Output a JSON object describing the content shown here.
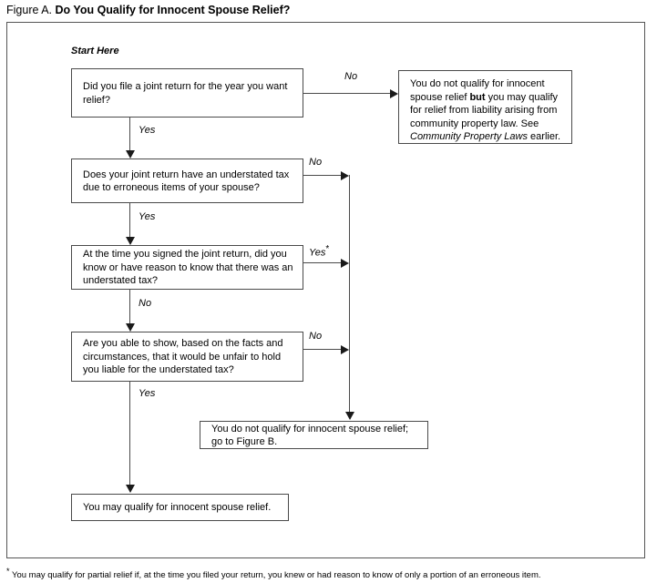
{
  "figure": {
    "label": "Figure A.",
    "title": "Do You Qualify for Innocent Spouse Relief?",
    "start_label": "Start Here"
  },
  "nodes": {
    "q1": {
      "text": "Did you file a joint return for the year you want relief?"
    },
    "q2": {
      "text": "Does your joint return have an understated tax due to erroneous items of your spouse?"
    },
    "q3": {
      "text": "At the time you signed the joint return, did you know or have reason to know that there was an understated tax?"
    },
    "q4": {
      "text": "Are you able to show, based on the facts and circumstances, that it would be unfair to hold you liable for the understated tax?"
    },
    "out_community": {
      "part1": "You do not qualify for innocent spouse relief ",
      "emphasis": "but",
      "part2": " you may qualify for relief from liability arising from community property law. See ",
      "italic": "Community Property Laws",
      "part3": " earlier."
    },
    "out_figureb": {
      "text": "You do not qualify for innocent spouse relief; go to Figure B."
    },
    "out_qualify": {
      "text": "You may qualify for innocent spouse relief."
    }
  },
  "edges": {
    "q1_no": "No",
    "q1_yes": "Yes",
    "q2_no": "No",
    "q2_yes": "Yes",
    "q3_yes": "Yes",
    "q3_yes_marker": "*",
    "q3_no": "No",
    "q4_no": "No",
    "q4_yes": "Yes"
  },
  "footnote": {
    "marker": "*",
    "text": " You may qualify for partial relief if, at the time you filed your return, you knew or had reason to know of only a portion of an erroneous item."
  }
}
